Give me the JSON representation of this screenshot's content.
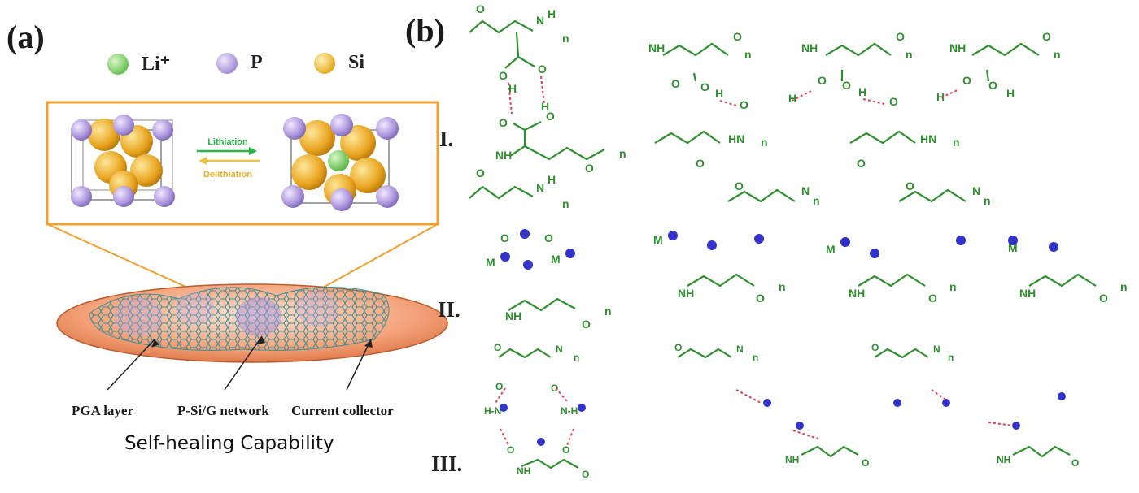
{
  "panel_a": {
    "label": "(a)",
    "legend": [
      {
        "text": "Li⁺",
        "color": "#7ed36a"
      },
      {
        "text": "P",
        "color": "#b9a6e0"
      },
      {
        "text": "Si",
        "color": "#f2c23e"
      }
    ],
    "lithiation": "Lithiation",
    "delithiation": "Delithiation",
    "callouts": [
      "PGA layer",
      "P-Si/G network",
      "Current collector"
    ],
    "caption": "Self-healing Capability",
    "colors": {
      "box": "#f0a030",
      "disk": "#f2a27a",
      "net": "#3a9aa0"
    }
  },
  "panel_b": {
    "label": "(b)",
    "rows": [
      "I.",
      "II.",
      "III."
    ]
  }
}
